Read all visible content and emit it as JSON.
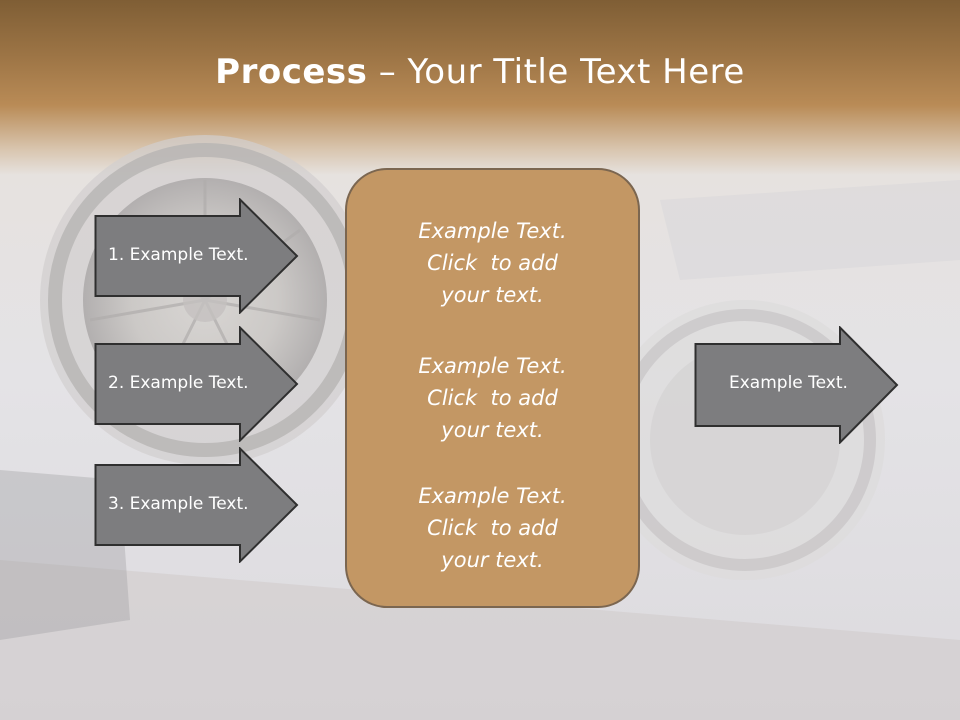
{
  "title": {
    "bold": "Process",
    "dash": " – ",
    "rest": "Your Title Text Here"
  },
  "left_arrows": [
    {
      "label": "1. Example Text."
    },
    {
      "label": "2. Example Text."
    },
    {
      "label": "3. Example Text."
    }
  ],
  "center_box": {
    "blocks": [
      {
        "line1": "Example Text.",
        "line2": "Click  to add",
        "line3": "your text."
      },
      {
        "line1": "Example Text.",
        "line2": "Click  to add",
        "line3": "your text."
      },
      {
        "line1": "Example Text.",
        "line2": "Click  to add",
        "line3": "your text."
      }
    ]
  },
  "right_arrow": {
    "label": "Example Text."
  },
  "colors": {
    "header_brown": "#9c7445",
    "box_fill": "#c39764",
    "arrow_fill": "#7d7d7f",
    "arrow_stroke": "#2f2f2f"
  }
}
